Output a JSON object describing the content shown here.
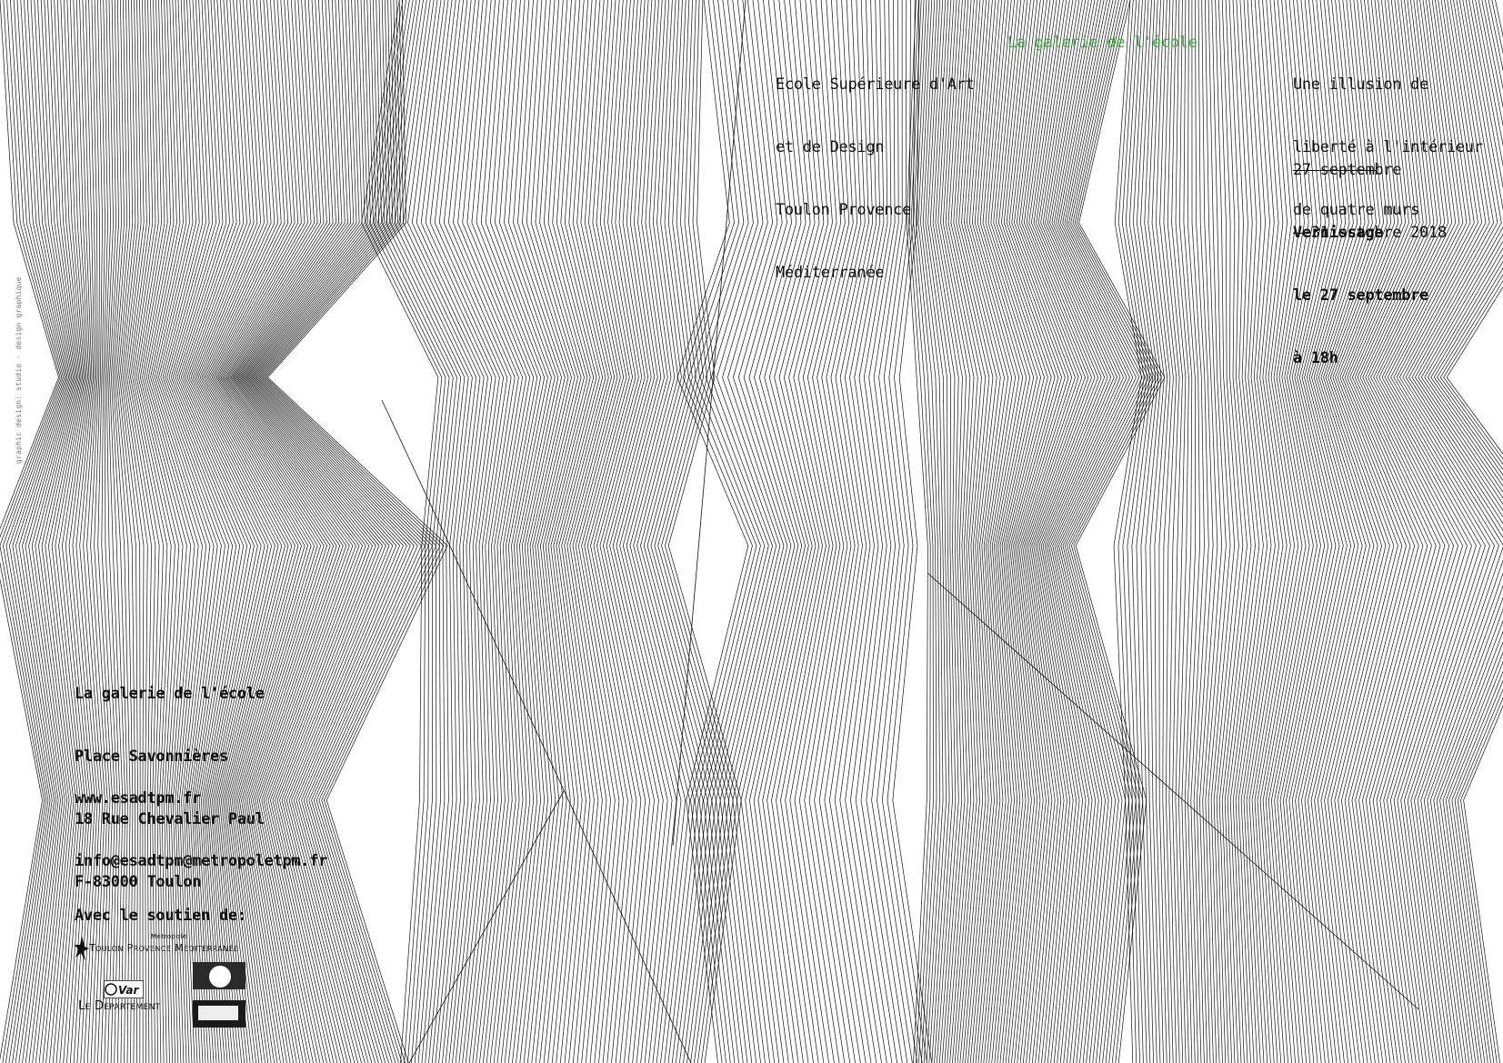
{
  "school": {
    "lines": [
      "Ecole Supérieure d'Art",
      "et de Design",
      "Toulon Provence",
      "Méditerranée"
    ]
  },
  "gallery_title": "La galerie de l'école",
  "colors": {
    "accent": "#3bb43b",
    "ink": "#111111",
    "background": "#ffffff"
  },
  "exhibition": {
    "title_lines": [
      "Une illusion de",
      "liberté à l'intérieur",
      "de quatre murs"
    ],
    "date_lines": [
      "27 septembre",
      "— 31 octobre 2018"
    ],
    "vernissage_lines": [
      "Vernissage",
      "le 27 septembre",
      "à 18h"
    ]
  },
  "address": {
    "lines": [
      "La galerie de l'école",
      "Place Savonnières",
      "18 Rue Chevalier Paul",
      "F-83000 Toulon"
    ]
  },
  "web": {
    "lines": [
      "www.esadtpm.fr",
      "info@esadtpm@metropoletpm.fr"
    ]
  },
  "support": {
    "label": "Avec le soutien de:",
    "metropole_small": "Métropole",
    "metropole_name": "Toulon Provence Méditerranée",
    "var_text": "Var",
    "dept_text": "Le Département"
  },
  "side_credit": "graphic design: studio · design graphique"
}
